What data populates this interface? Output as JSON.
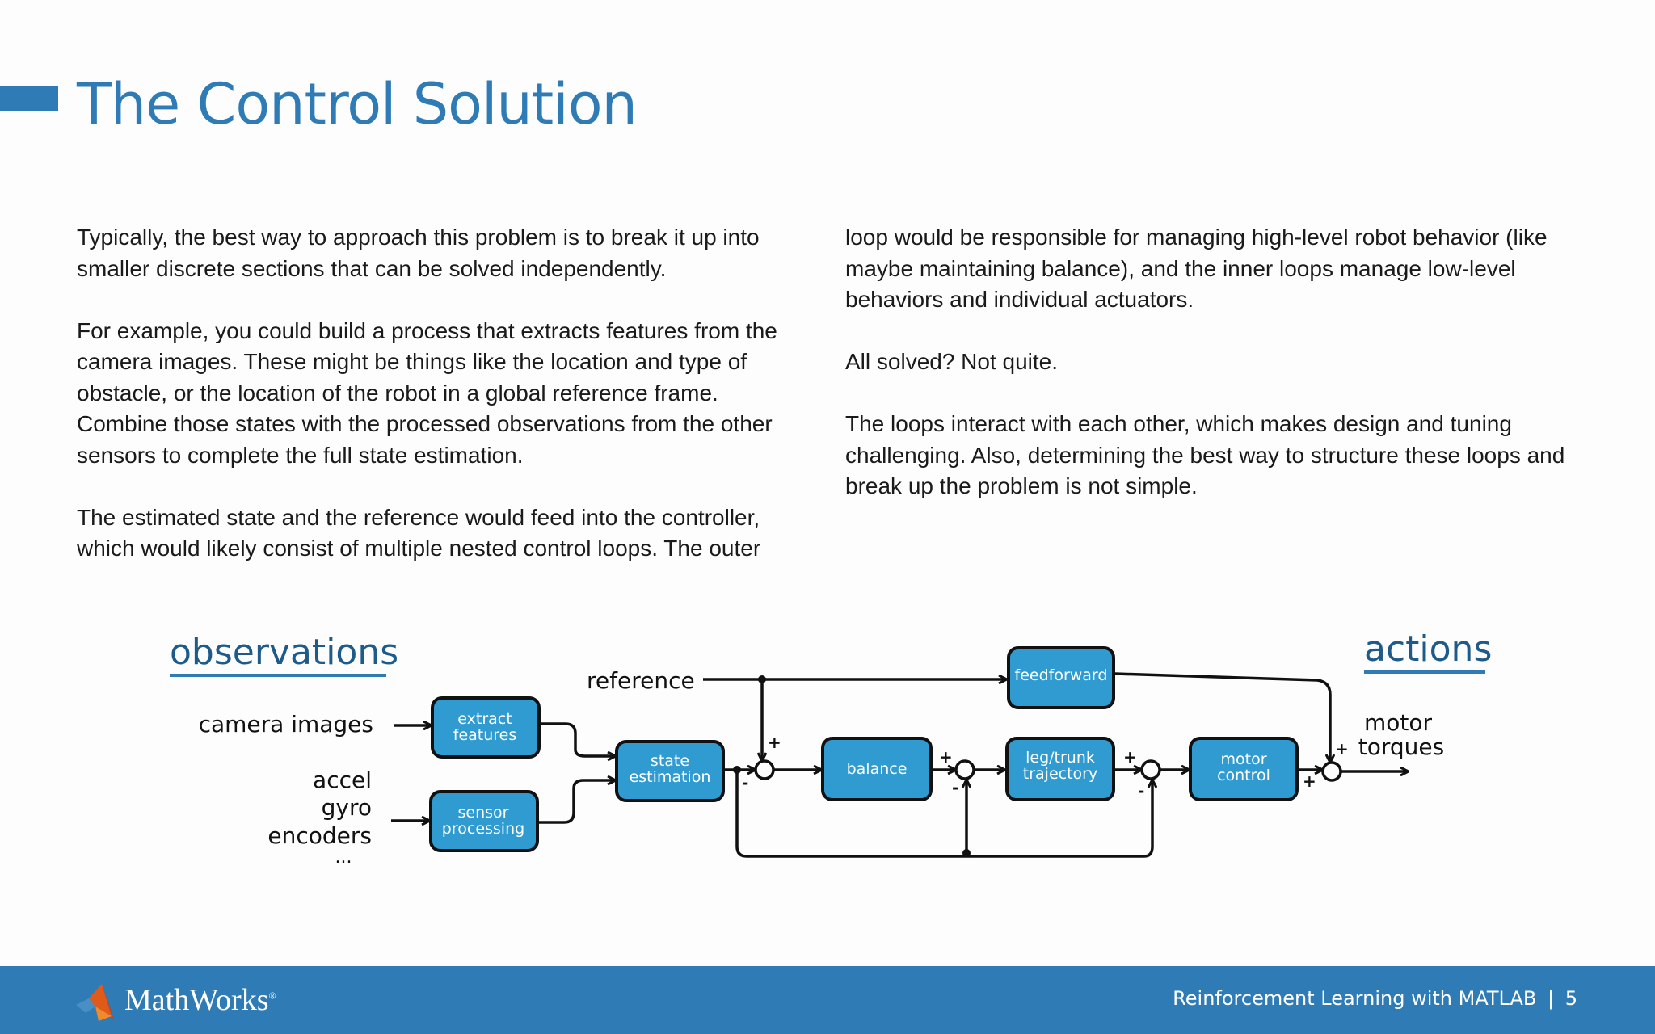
{
  "header": {
    "title": "The Control Solution"
  },
  "body": {
    "left_paragraphs": [
      "Typically, the best way to approach this problem is to break it up into smaller discrete sections that can be solved independently.",
      "For example, you could build a process that extracts features from the camera images. These might be things like the location and type of obstacle, or the location of the robot in a global reference frame. Combine those states with the processed observations from the other sensors to complete the full state estimation.",
      "The estimated state and the reference would feed into the controller, which would likely consist of multiple nested control loops. The outer"
    ],
    "right_paragraphs": [
      "loop would be responsible for managing high-level robot behavior (like maybe maintaining balance), and the inner loops manage low-level behaviors and individual actuators.",
      "All solved? Not quite.",
      "The loops interact with each other, which makes design and tuning challenging. Also, determining the best way to structure these loops and break up the problem is not simple."
    ]
  },
  "diagram": {
    "observations_label": "observations",
    "actions_label": "actions",
    "reference_label": "reference",
    "inputs": {
      "camera": "camera images",
      "accel": "accel",
      "gyro": "gyro",
      "encoders": "encoders",
      "ellipsis": "..."
    },
    "blocks": {
      "extract": [
        "extract",
        "features"
      ],
      "sensor": [
        "sensor",
        "processing"
      ],
      "state": [
        "state",
        "estimation"
      ],
      "balance": "balance",
      "feedforward": "feedforward",
      "leg": [
        "leg/trunk",
        "trajectory"
      ],
      "motor": [
        "motor",
        "control"
      ]
    },
    "output": [
      "motor",
      "torques"
    ],
    "plus": "+",
    "minus": "-"
  },
  "colors": {
    "accent": "#2e7bb5",
    "block": "#2f9bd0",
    "line": "#111111"
  },
  "footer": {
    "brand": "MathWorks",
    "registered": "®",
    "caption": "Reinforcement Learning with MATLAB",
    "separator": "|",
    "page": "5"
  }
}
